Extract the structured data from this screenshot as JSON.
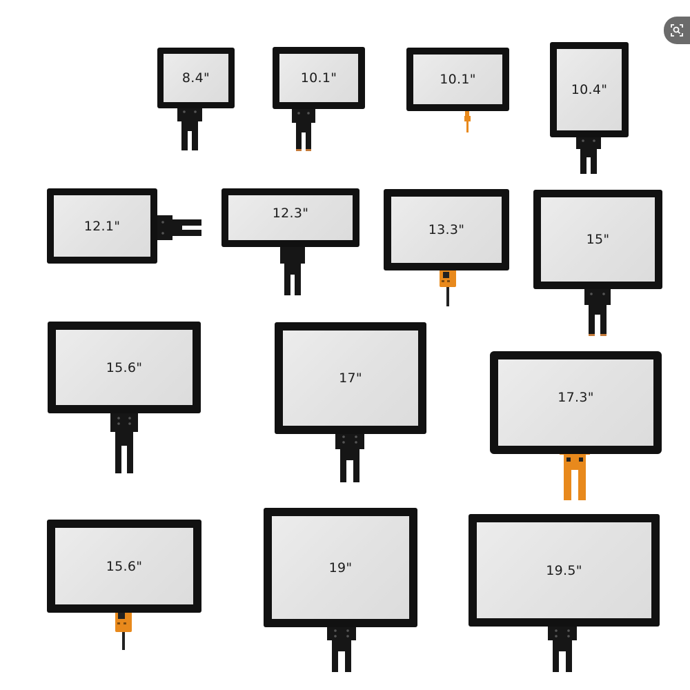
{
  "colors": {
    "bezel": "#111111",
    "glass": "#e4e4e4",
    "cable_dark": "#161616",
    "cable_orange": "#e8891c",
    "background": "#ffffff"
  },
  "icons": {
    "lens": "visual-search-lens-icon"
  },
  "panels": [
    {
      "label": "8.4\"",
      "cable": "black-ribbon"
    },
    {
      "label": "10.1\"",
      "cable": "black-ribbon"
    },
    {
      "label": "10.1\"",
      "cable": "thin-orange-flex"
    },
    {
      "label": "10.4\"",
      "cable": "black-ribbon"
    },
    {
      "label": "12.1\"",
      "cable": "black-side-ribbon"
    },
    {
      "label": "12.3\"",
      "cable": "black-ribbon"
    },
    {
      "label": "13.3\"",
      "cable": "orange-connector-board"
    },
    {
      "label": "15\"",
      "cable": "black-ribbon"
    },
    {
      "label": "15.6\"",
      "cable": "black-ribbon"
    },
    {
      "label": "17\"",
      "cable": "black-ribbon"
    },
    {
      "label": "17.3\"",
      "cable": "orange-flex"
    },
    {
      "label": "15.6\"",
      "cable": "orange-connector-board"
    },
    {
      "label": "19\"",
      "cable": "black-ribbon"
    },
    {
      "label": "19.5\"",
      "cable": "black-ribbon"
    }
  ]
}
